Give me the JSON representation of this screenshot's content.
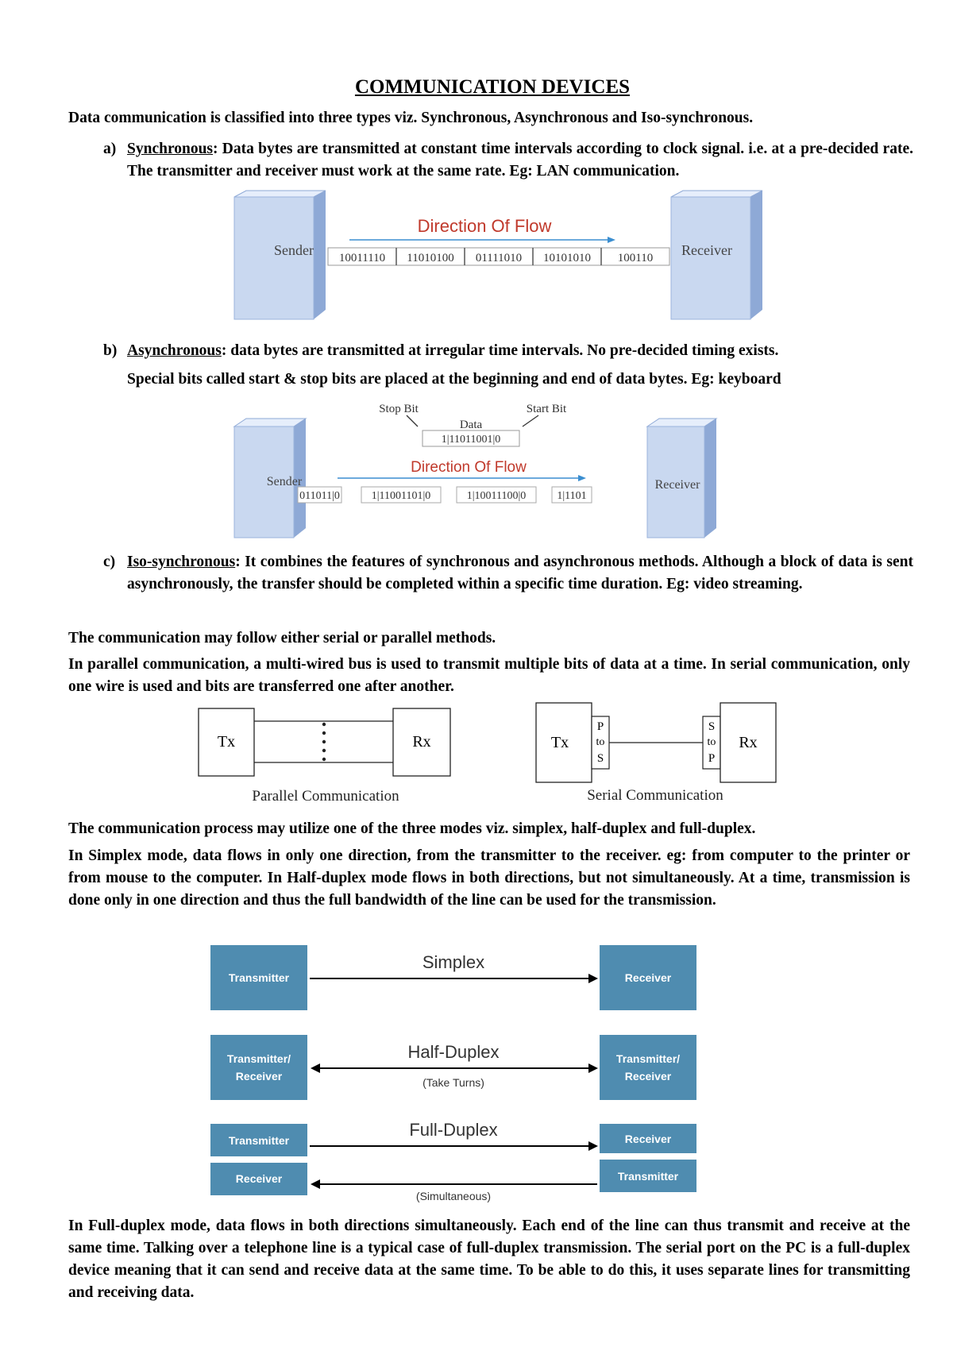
{
  "title": "COMMUNICATION DEVICES",
  "intro": "Data communication is classified into three types viz. Synchronous, Asynchronous and Iso-synchronous.",
  "items": {
    "a": {
      "marker": "a)",
      "term": "Synchronous",
      "rest": ": Data bytes are transmitted at constant time intervals according to clock signal. i.e. at a pre-decided rate. The transmitter and receiver must work at the same rate. Eg: LAN communication."
    },
    "b": {
      "marker": "b)",
      "term": "Asynchronous",
      "rest": ": data bytes are transmitted at irregular time intervals. No pre-decided timing exists.",
      "line2": "Special bits called start & stop bits are placed at the beginning and end of data bytes. Eg: keyboard"
    },
    "c": {
      "marker": "c)",
      "term": "Iso-synchronous",
      "rest": ": It combines the features of synchronous and asynchronous methods. Although a block of data is sent asynchronously, the transfer should be completed within a specific time duration. Eg: video streaming."
    }
  },
  "sync_fig": {
    "sender": "Sender",
    "receiver": "Receiver",
    "direction": "Direction Of Flow",
    "bytes": [
      "10011110",
      "11010100",
      "01111010",
      "10101010",
      "100110"
    ],
    "colors": {
      "box_front": "#c9d8f0",
      "box_side": "#8ea9d6",
      "box_top": "#e6eefb",
      "arrow": "#3b8ed0",
      "direction_text": "#c0392b"
    }
  },
  "async_fig": {
    "sender": "Sender",
    "receiver": "Receiver",
    "direction": "Direction Of Flow",
    "stop_bit": "Stop Bit",
    "start_bit": "Start Bit",
    "data": "Data",
    "sample": "1|11011001|0",
    "frames": [
      "011011|0",
      "1|11001101|0",
      "1|10011100|0",
      "1|1101"
    ]
  },
  "serial_parallel_line": "The communication may follow either serial or parallel methods.",
  "parallel_serial_para": "In parallel communication, a multi-wired bus is used to transmit multiple bits of data at a time. In serial communication, only one wire is used and bits are transferred one after another.",
  "ps_fig": {
    "tx": "Tx",
    "rx": "Rx",
    "parallel_label": "Parallel Communication",
    "serial_label": "Serial Communication",
    "p_to_s": [
      "P",
      "to",
      "S"
    ],
    "s_to_p": [
      "S",
      "to",
      "P"
    ]
  },
  "modes_line": "The communication process may utilize one of the three modes viz. simplex, half-duplex and full-duplex.",
  "simplex_para": "In Simplex mode, data flows in only one direction, from the transmitter to the receiver. eg: from computer to the printer or from mouse to the computer. In Half-duplex mode flows in both directions, but not simultaneously. At a time, transmission is done only in one direction and thus the full bandwidth of the line can be used for the transmission.",
  "modes_fig": {
    "box_color": "#4f8cb0",
    "simplex": {
      "title": "Simplex",
      "left": "Transmitter",
      "right": "Receiver"
    },
    "half": {
      "title": "Half-Duplex",
      "left": [
        "Transmitter/",
        "Receiver"
      ],
      "right": [
        "Transmitter/",
        "Receiver"
      ],
      "note": "(Take Turns)"
    },
    "full": {
      "title": "Full-Duplex",
      "left_top": "Transmitter",
      "right_top": "Receiver",
      "left_bottom": "Receiver",
      "right_bottom": "Transmitter",
      "note": "(Simultaneous)"
    }
  },
  "full_duplex_para": "In Full-duplex mode, data flows in both directions simultaneously. Each end of the line can thus transmit and receive at the same time. Talking over a telephone line is a typical case of full-duplex transmission. The serial port on the PC is a full-duplex device meaning that it can send and receive data at the same time. To be able to do this, it uses separate lines for transmitting and receiving data."
}
